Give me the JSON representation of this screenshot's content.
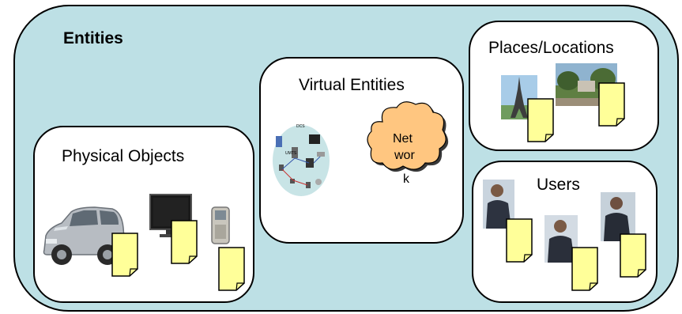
{
  "diagram": {
    "title": "Entities",
    "panels": {
      "physical": {
        "label": "Physical Objects"
      },
      "virtual": {
        "label": "Virtual Entities",
        "cloud_lines": [
          "Net",
          "wor",
          "k"
        ],
        "network_labels": [
          "DCS",
          "UMTS"
        ]
      },
      "places": {
        "label": "Places/Locations"
      },
      "users": {
        "label": "Users"
      }
    }
  },
  "colors": {
    "outer_fill": "#bde0e5",
    "note_fill": "#ffff99",
    "cloud_fill": "#ffc680",
    "network_ellipse": "#c8e4e6"
  }
}
